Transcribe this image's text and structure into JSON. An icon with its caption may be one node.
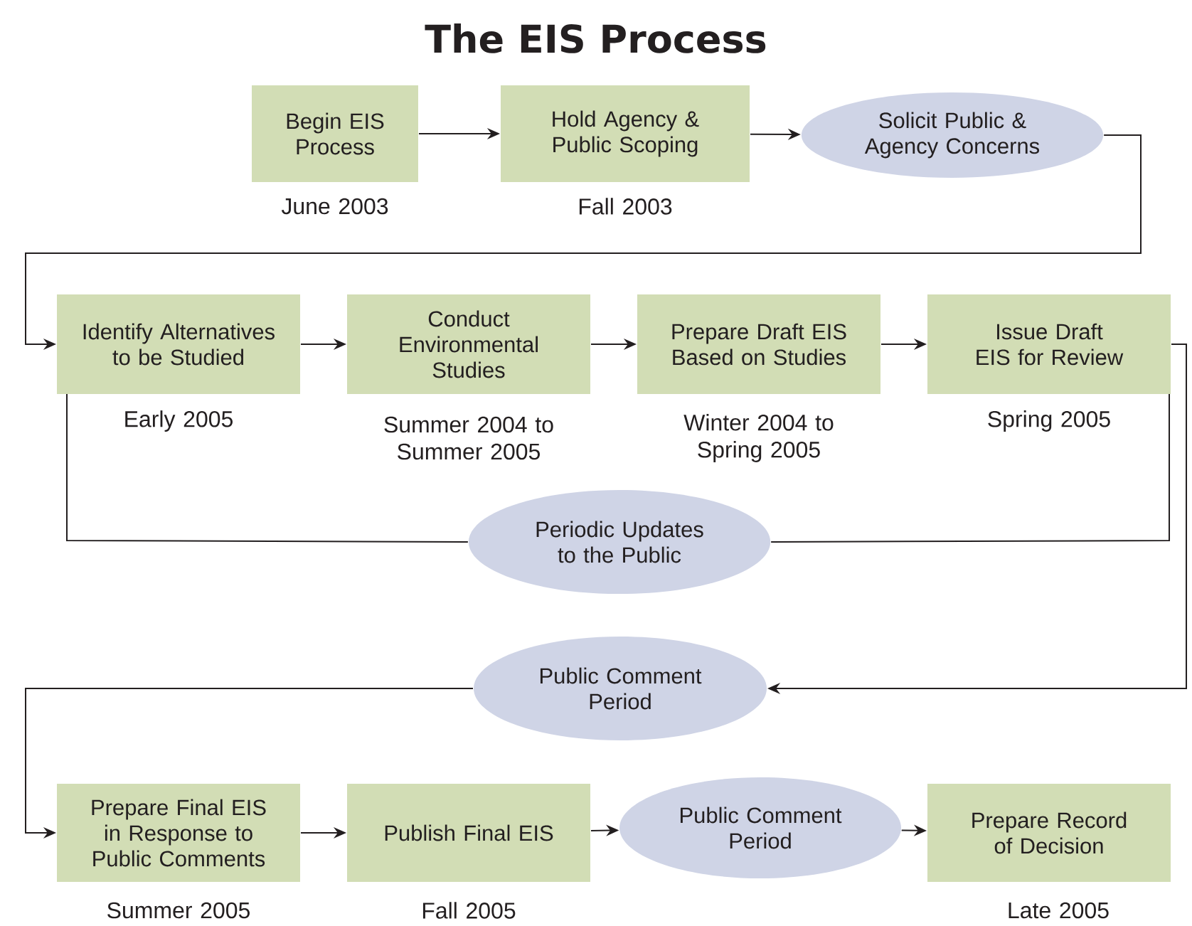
{
  "diagram": {
    "title": "The EIS Process",
    "nodes": [
      {
        "text": [
          "Begin EIS Process"
        ],
        "beside": [
          "June 2003"
        ]
      },
      {
        "text": [
          "Hold Agency & Public Scoping"
        ],
        "beside": [
          "Fall 2003"
        ]
      },
      {
        "text": [
          "Solicit Public & Agency Concerns"
        ]
      },
      {
        "text": [
          "Identify Alternatives to be Studied"
        ],
        "beside": [
          "Early 2005"
        ]
      },
      {
        "text": [
          "Conduct Environmental Studies"
        ],
        "beside": [
          "Summer 2004 to Summer 2005"
        ]
      },
      {
        "text": [
          "Prepare Draft EIS Based on Studies"
        ],
        "beside": [
          "Winter 2004 to Spring 2005"
        ]
      },
      {
        "text": [
          "Issue Draft EIS for Review"
        ],
        "beside": [
          "Spring 2005"
        ]
      },
      {
        "text": [
          "Periodic Updates to the Public"
        ]
      },
      {
        "text": [
          "Public Comment Period"
        ]
      },
      {
        "text": [
          "Prepare Final EIS in Response to Public Comments"
        ],
        "beside": [
          "Summer 2005"
        ]
      },
      {
        "text": [
          "Publish Final EIS"
        ],
        "beside": [
          "Fall 2005"
        ]
      },
      {
        "text": [
          "Public Comment Period"
        ]
      },
      {
        "text": [
          "Prepare Record of Decision"
        ],
        "beside": [
          "Late 2005"
        ]
      }
    ],
    "edges": [
      {
        "from": 0,
        "to": 1,
        "arrow": "to"
      },
      {
        "from": 1,
        "to": 2,
        "arrow": "to"
      },
      {
        "from": 2,
        "to": 3,
        "arrow": "to"
      },
      {
        "from": 3,
        "to": 4,
        "arrow": "to"
      },
      {
        "from": 4,
        "to": 5,
        "arrow": "to"
      },
      {
        "from": 5,
        "to": 6,
        "arrow": "to"
      },
      {
        "from": 6,
        "to": 8,
        "arrow": "to"
      },
      {
        "from": 8,
        "to": 9,
        "arrow": "to"
      },
      {
        "from": 9,
        "to": 10,
        "arrow": "to"
      },
      {
        "from": 10,
        "to": 11,
        "arrow": "to"
      },
      {
        "from": 11,
        "to": 12,
        "arrow": "to"
      },
      {
        "from": 3,
        "to": 7,
        "arrow": "none"
      },
      {
        "from": 6,
        "to": 7,
        "arrow": "none"
      }
    ]
  }
}
